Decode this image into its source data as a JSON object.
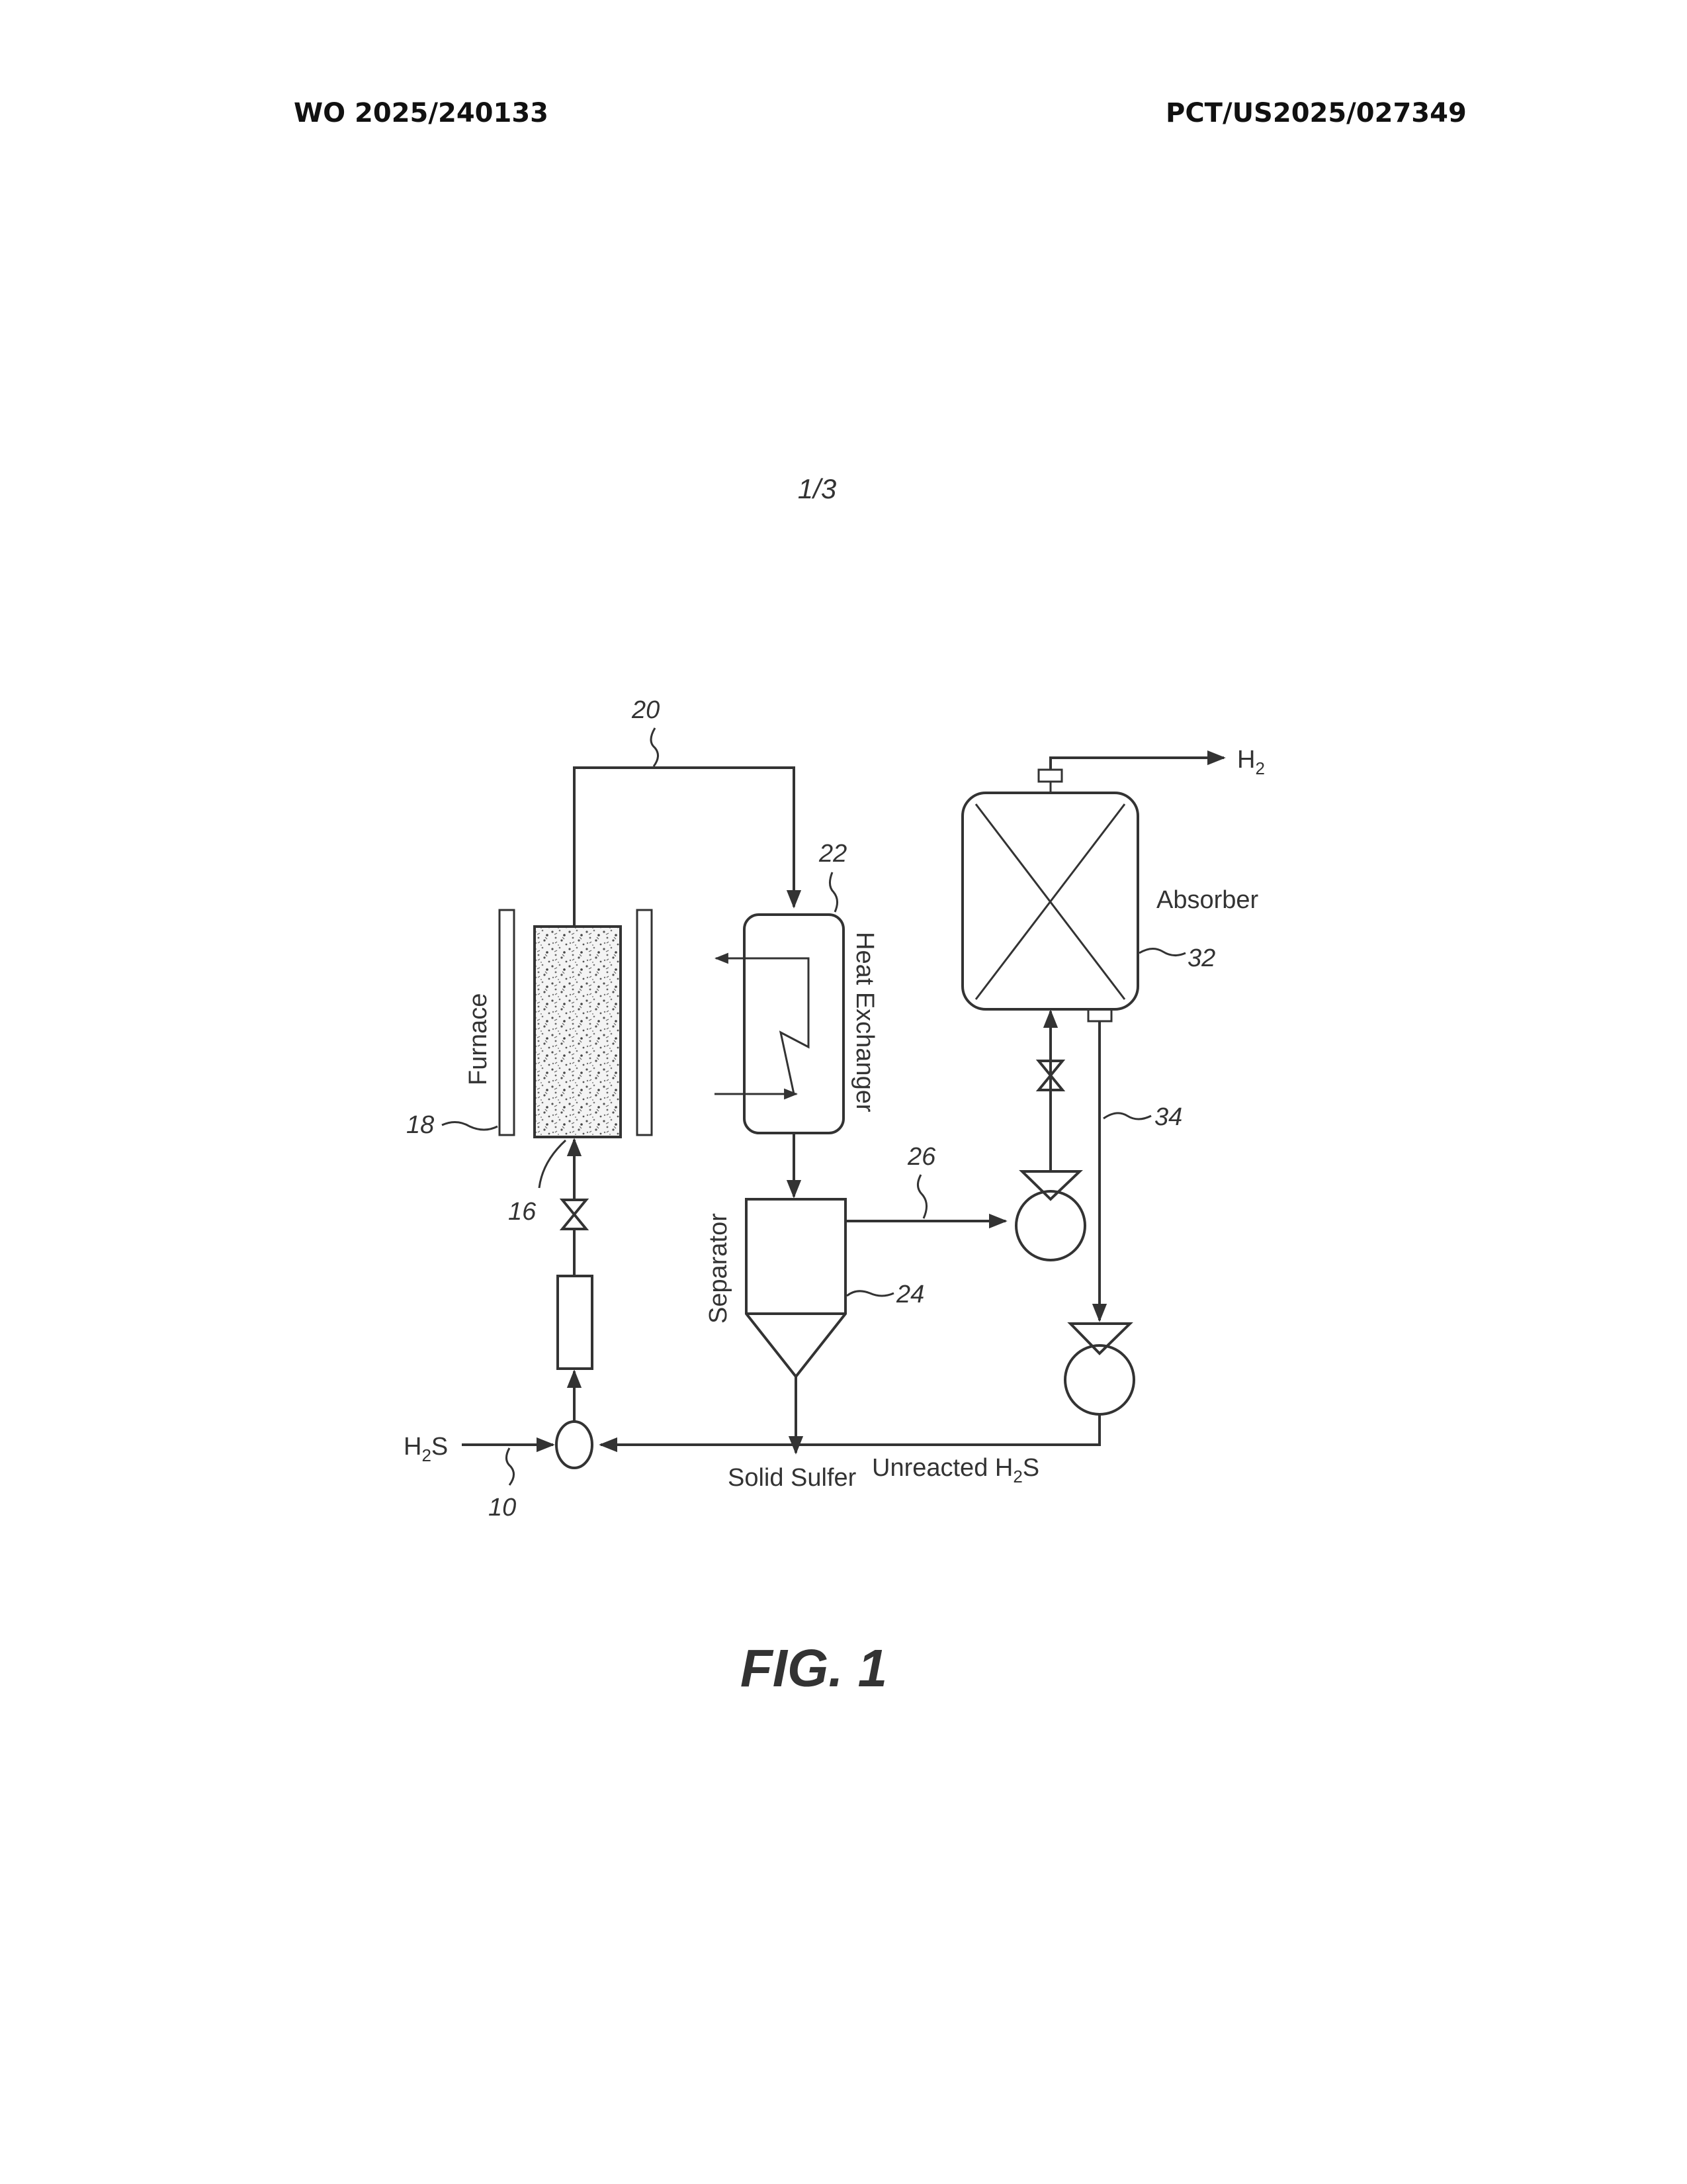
{
  "header": {
    "publication_number": "WO 2025/240133",
    "application_number": "PCT/US2025/027349"
  },
  "sheet": "1/3",
  "figure_caption": "FIG. 1",
  "diagram": {
    "labels": {
      "furnace": "Furnace",
      "heat_exchanger": "Heat Exchanger",
      "separator": "Separator",
      "absorber": "Absorber",
      "h2_out": "H",
      "h2_out_sub": "2",
      "h2s_in": "H",
      "h2s_in_sub": "2",
      "h2s_in_tail": "S",
      "unreacted": "Unreacted H",
      "unreacted_sub": "2",
      "unreacted_tail": "S",
      "solid_sulfer": "Solid Sulfer"
    },
    "refs": {
      "feed_line": "10",
      "reactor": "16",
      "furnace": "18",
      "reactor_outlet": "20",
      "heat_exchanger": "22",
      "separator": "24",
      "gas_line": "26",
      "absorber": "32",
      "recycle_line": "34"
    }
  }
}
